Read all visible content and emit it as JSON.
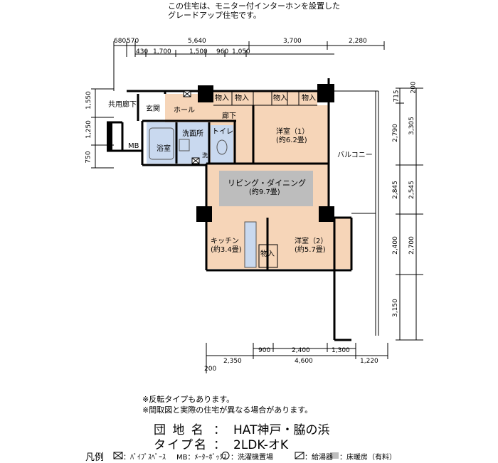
{
  "top_note": [
    "この住宅は、モニター付インターホンを設置した",
    "グレードアップ住宅です。"
  ],
  "dims_top": {
    "row1": [
      "680",
      "570",
      "5,640",
      "3,700",
      "2,280"
    ],
    "row2": [
      "430",
      "1,700",
      "1,500",
      "960",
      "1,050"
    ]
  },
  "dims_left": [
    "1,550",
    "1,250",
    "750"
  ],
  "dims_right_inner": [
    "715",
    "2,790",
    "2,845",
    "2,400",
    "3,150"
  ],
  "dims_right_outer": [
    "200",
    "3,305",
    "2,545",
    "2,700"
  ],
  "dims_bottom": {
    "row1": [
      "900",
      "2,400",
      "1,300"
    ],
    "row2": [
      "200",
      "2,350",
      "4,600",
      "1,220"
    ]
  },
  "rooms": {
    "common_corridor": "共用廊下",
    "entrance": "玄関",
    "hall": "ホール",
    "corridor": "廊下",
    "mb": "MB",
    "washroom": "洗面所",
    "toilet": "トイレ",
    "bath": "浴室",
    "bedroom1_name": "洋室（1）",
    "bedroom1_size": "(約6.2畳)",
    "balcony": "バルコニー",
    "living_name": "リビング・ダイニング",
    "living_size": "(約9.7畳)",
    "kitchen_name": "キッチン",
    "kitchen_size": "(約3.4畳)",
    "bedroom2_name": "洋室（2）",
    "bedroom2_size": "(約5.7畳)",
    "storage": "物入",
    "washer_mark": "洗"
  },
  "notes": [
    "※反転タイプもあります。",
    "※間取図と実際の住宅が異なる場合があります。"
  ],
  "info": {
    "estate_label": "団 地 名",
    "estate_sep": "：",
    "estate_value": "HAT神戸・脇の浜",
    "type_label": "タイプ名",
    "type_sep": "：",
    "type_value": "2LDK-オK"
  },
  "legend": {
    "title": "凡例",
    "pipe": "：ﾊﾟｲﾌﾟｽﾍﾟｰｽ",
    "mb": "MB：ﾒｰﾀｰﾎﾞｯｸｽ",
    "washer": "：洗濯機置場",
    "heater": "：給湯器",
    "floor_heat": "：床暖房（有料）"
  },
  "colors": {
    "room_fill": "#f6d5b8",
    "wet_fill": "#c9d9ef",
    "floor_heat_fill": "#bdbdbd",
    "wall": "#000000"
  }
}
